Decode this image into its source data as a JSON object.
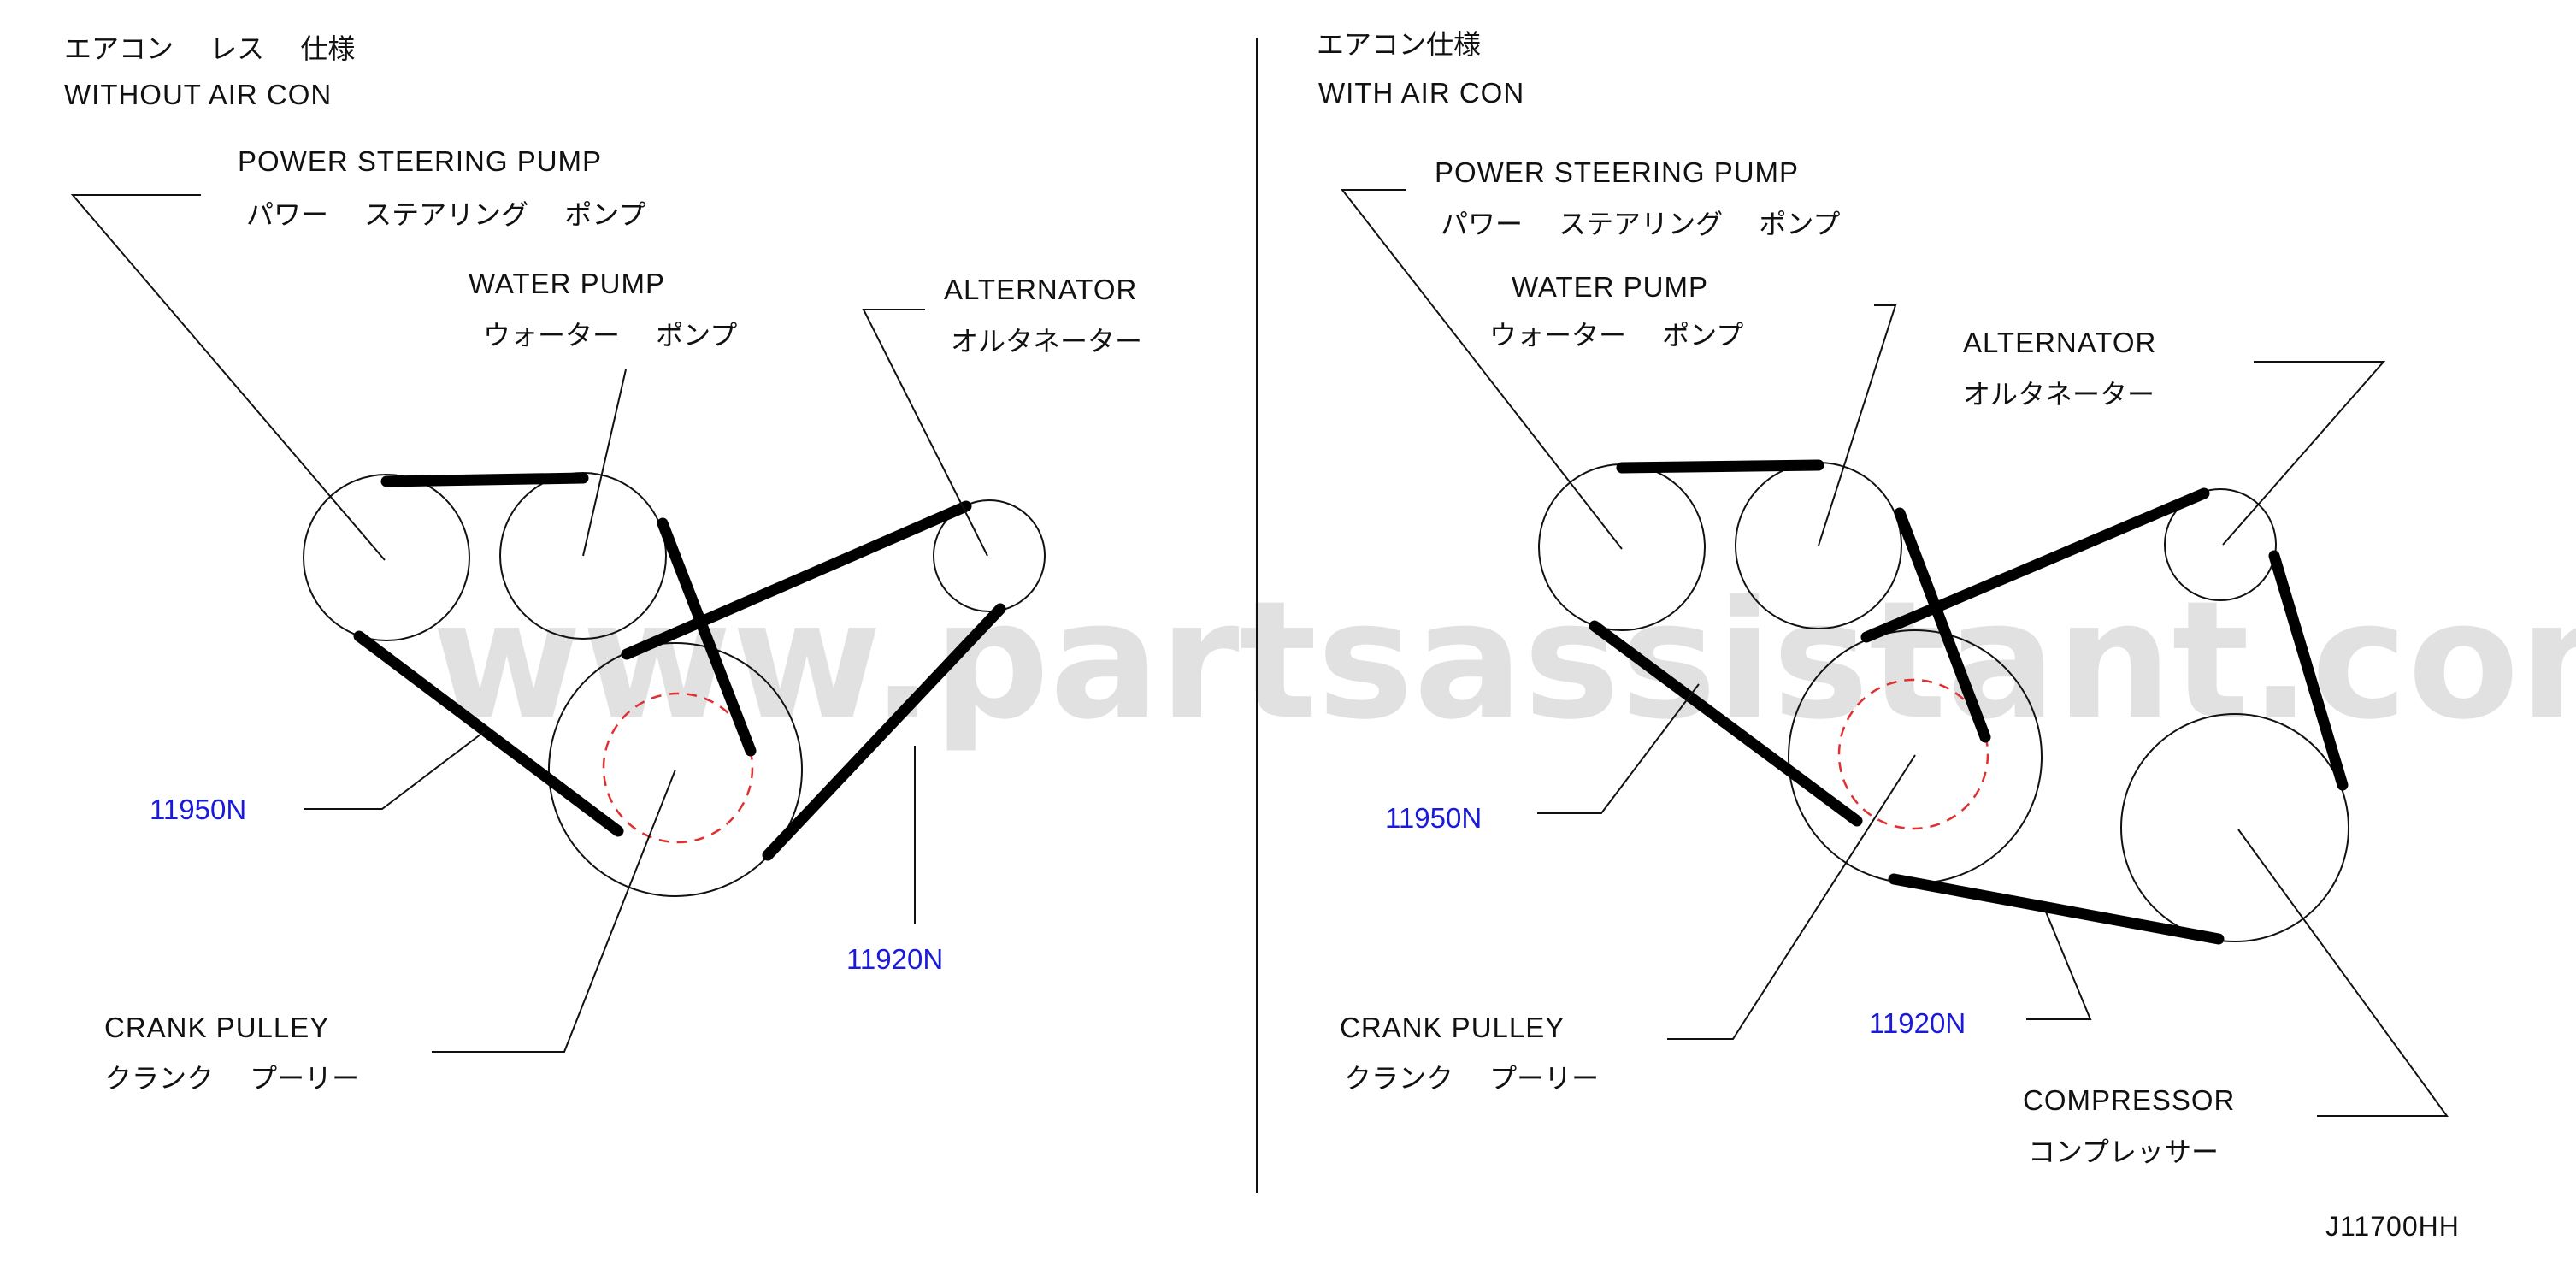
{
  "left_panel": {
    "variant_jp": "エアコン　 レス　 仕様",
    "variant_en": "WITHOUT  AIR  CON",
    "power_steering_en": "POWER  STEERING  PUMP",
    "power_steering_jp": "パワー　 ステアリング　 ポンプ",
    "water_pump_en": "WATER  PUMP",
    "water_pump_jp": "ウォーター　 ポンプ",
    "alternator_en": "ALTERNATOR",
    "alternator_jp": "オルタネーター",
    "crank_en": "CRANK  PULLEY",
    "crank_jp": "クランク　 プーリー",
    "part_1": "11950N",
    "part_2": "11920N"
  },
  "right_panel": {
    "variant_jp": "エアコン仕様",
    "variant_en": "WITH  AIR  CON",
    "power_steering_en": "POWER  STEERING  PUMP",
    "power_steering_jp": "パワー　 ステアリング　 ポンプ",
    "water_pump_en": "WATER  PUMP",
    "water_pump_jp": "ウォーター　 ポンプ",
    "alternator_en": "ALTERNATOR",
    "alternator_jp": "オルタネーター",
    "crank_en": "CRANK  PULLEY",
    "crank_jp": "クランク　 プーリー",
    "compressor_en": "COMPRESSOR",
    "compressor_jp": "コンプレッサー",
    "part_1": "11950N",
    "part_2": "11920N"
  },
  "figure_ref": "J11700HH",
  "watermark": "www.partsassistant.com",
  "colors": {
    "part_number": "#1a1adb",
    "belt": "#000000",
    "hidden_pulley": "#e03030"
  }
}
